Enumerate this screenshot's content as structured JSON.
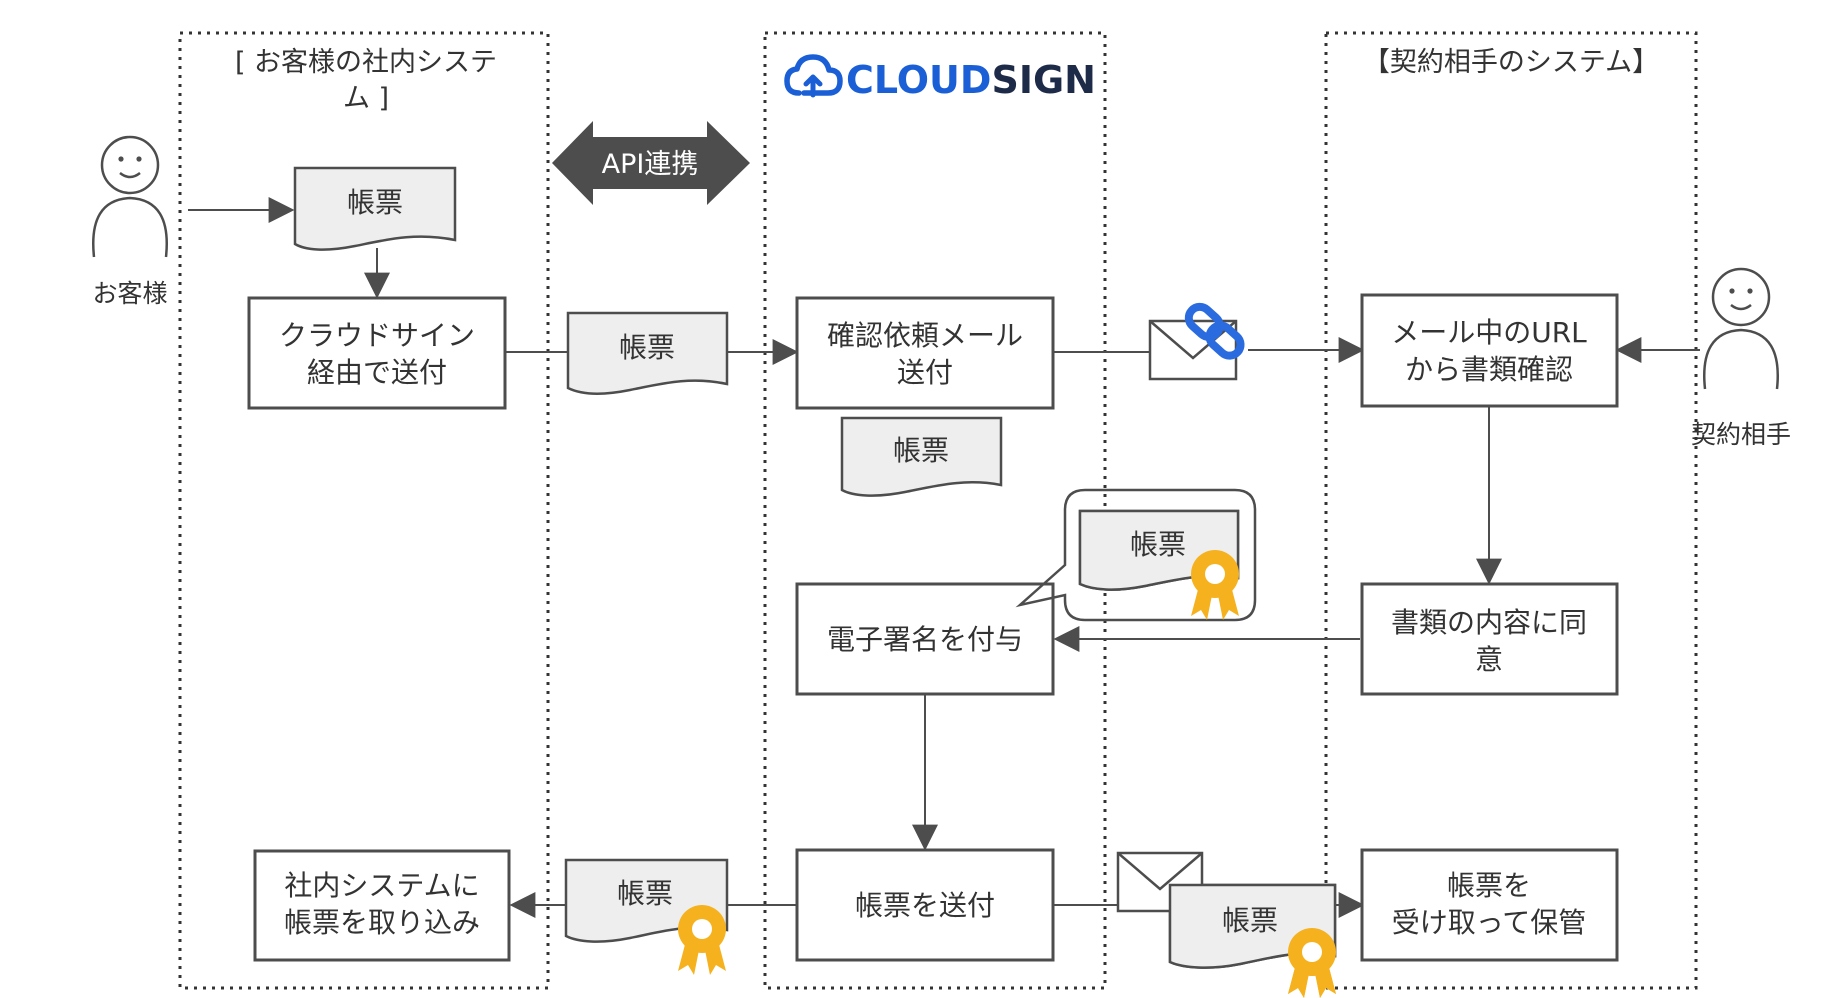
{
  "lanes": {
    "left_title_line1": "[ お客様の社内システ",
    "left_title_line2": "ム ]",
    "right_title": "【契約相手のシステム】"
  },
  "logo": {
    "cloud": "CLOUD",
    "sign": "SIGN"
  },
  "api_label": "API連携",
  "persons": {
    "customer": "お客様",
    "partner": "契約相手"
  },
  "document_label": "帳票",
  "boxes": {
    "send_via_line1": "クラウドサイン",
    "send_via_line2": "経由で送付",
    "confirm_mail_line1": "確認依頼メール",
    "confirm_mail_line2": "送付",
    "mail_url_line1": "メール中のURL",
    "mail_url_line2": "から書類確認",
    "agree_line1": "書類の内容に同",
    "agree_line2": "意",
    "esign": "電子署名を付与",
    "send_doc": "帳票を送付",
    "import_line1": "社内システムに",
    "import_line2": "帳票を取り込み",
    "receive_line1": "帳票を",
    "receive_line2": "受け取って保管"
  },
  "colors": {
    "line": "#4d4d4d",
    "doc_fill": "#eeeeee",
    "logo_blue": "#1a5fd6",
    "badge_gold": "#f5b21e",
    "link_blue": "#2b6be0"
  }
}
